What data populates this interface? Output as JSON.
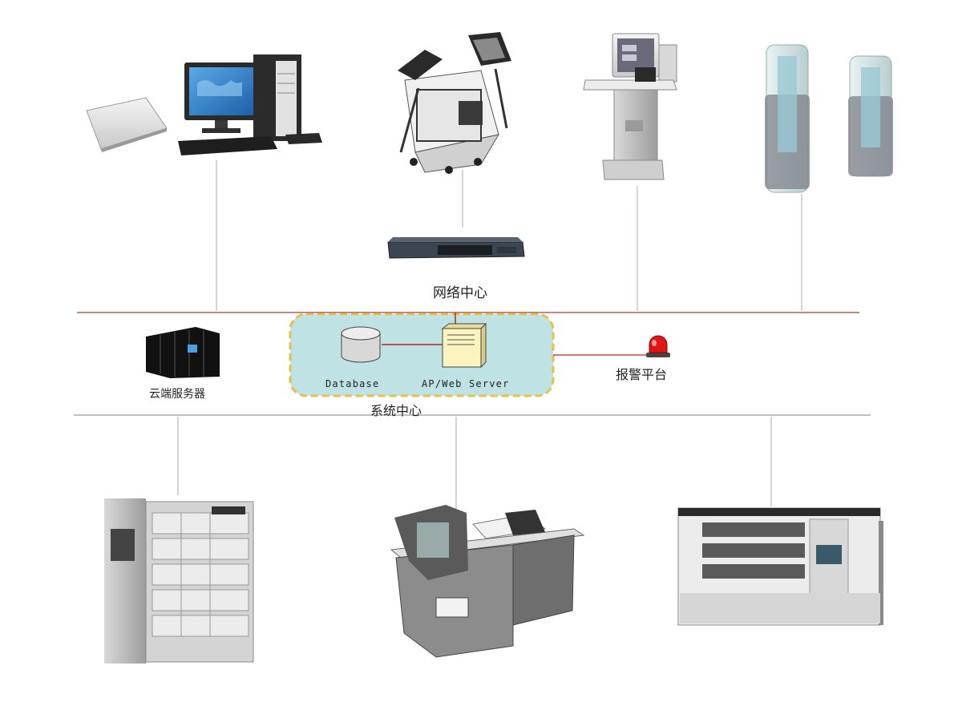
{
  "colors": {
    "top_bus": "#b33a3a",
    "bottom_bus": "#9a9a9a",
    "connector": "#a8a8c0",
    "system_box_fill": "#bfe3e4",
    "system_box_border": "#e6c24a",
    "server_fill": "#fbf3c0",
    "alarm": "#e01515"
  },
  "labels": {
    "network_center": "网络中心",
    "cloud_server": "云端服务器",
    "database": "Database",
    "web_server": "AP/Web Server",
    "system_center": "系统中心",
    "alarm_platform": "报警平台"
  },
  "devices": {
    "top": [
      {
        "icon": "workstation-icon"
      },
      {
        "icon": "book-cart-icon"
      },
      {
        "icon": "self-service-kiosk-icon"
      },
      {
        "icon": "security-gate-icon"
      }
    ],
    "hub": {
      "icon": "network-switch-icon"
    },
    "middle": [
      {
        "icon": "server-rack-icon"
      },
      {
        "icon": "database-icon"
      },
      {
        "icon": "web-server-icon"
      },
      {
        "icon": "alarm-light-icon"
      }
    ],
    "bottom": [
      {
        "icon": "book-shelf-cabinet-icon"
      },
      {
        "icon": "book-return-machine-icon"
      },
      {
        "icon": "self-service-library-icon"
      }
    ]
  }
}
